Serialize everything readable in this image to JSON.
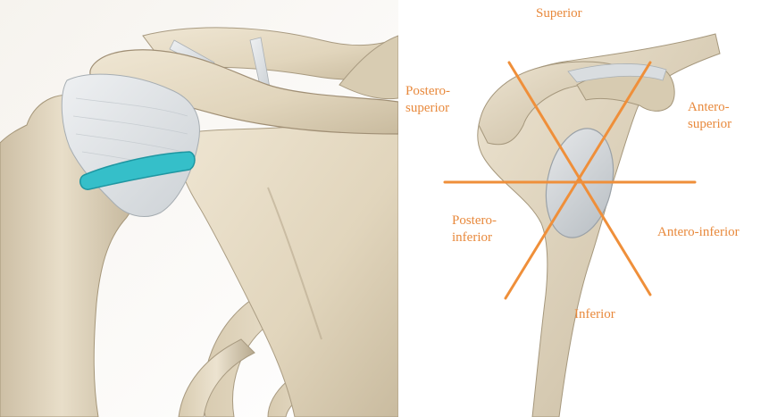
{
  "colors": {
    "bone": "#e6dcc6",
    "bone_shadow": "#b9ab90",
    "bone_dark": "#8f8270",
    "ligament": "#d9dde0",
    "labrum_highlight": "#35bfc9",
    "axis_lines": "#ef8f3a",
    "label_text": "#e8893c",
    "background_left": "#ffffff"
  },
  "left_illustration": {
    "description_icon": "shoulder-joint-illustration",
    "highlight": "labrum-highlight"
  },
  "right_illustration": {
    "description_icon": "glenoid-fossa-illustration",
    "labels": {
      "superior": "Superior",
      "postero_superior": "Postero-\nsuperior",
      "antero_superior": "Antero-\nsuperior",
      "postero_inferior": "Postero-\ninferior",
      "antero_inferior": "Antero-inferior",
      "inferior": "Inferior"
    }
  }
}
